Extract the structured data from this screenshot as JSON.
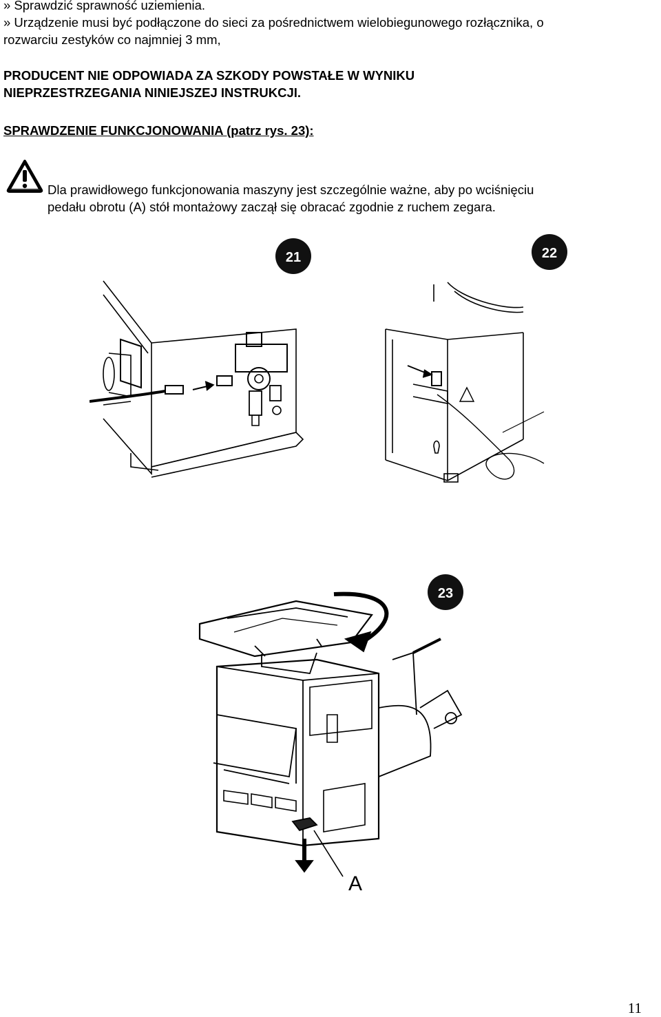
{
  "lines": {
    "l1": "» Sprawdzić sprawność uziemienia.",
    "l2": "» Urządzenie musi być podłączone do sieci za pośrednictwem wielobiegunowego rozłącznika, o",
    "l3": "rozwarciu zestyków co najmniej 3 mm,"
  },
  "disclaimer": {
    "line1": "PRODUCENT NIE ODPOWIADA ZA SZKODY POWSTAŁE W WYNIKU",
    "line2": "NIEPRZESTRZEGANIA NINIEJSZEJ INSTRUKCJI."
  },
  "section_heading": "SPRAWDZENIE FUNKCJONOWANIA (patrz rys. 23):",
  "warning": {
    "icon": "warning-triangle-icon",
    "line1": "Dla prawidłowego funkcjonowania maszyny jest szczególnie ważne, aby po wciśnięciu",
    "line2": "pedału obrotu (A) stół montażowy zaczął się obracać zgodnie z ruchem zegara."
  },
  "figures": {
    "badge_21": "21",
    "badge_22": "22",
    "badge_23": "23",
    "label_a": "A"
  },
  "page_number": "11"
}
